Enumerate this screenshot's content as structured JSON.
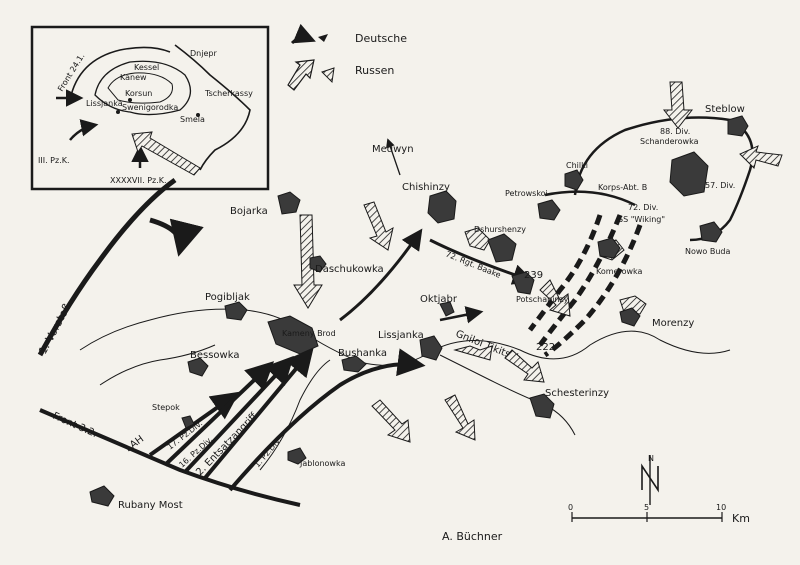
{
  "legend": {
    "german": "Deutsche",
    "russian": "Russen"
  },
  "inset": {
    "front_label": "Front 24.1.",
    "river": "Dnjepr",
    "kessel": "Kessel",
    "towns": [
      "Kanew",
      "Korsun",
      "Lissjanka",
      "Swenigorodka",
      "Smela",
      "Tscherkassy"
    ],
    "corps_left": "III. Pz.K.",
    "corps_bottom": "XXXXVII. Pz.K."
  },
  "places": {
    "medwyn": "Medwyn",
    "chishinzy": "Chishinzy",
    "bojarka": "Bojarka",
    "daschukowka": "Daschukowka",
    "pogibljak": "Pogibljak",
    "kameny_brod": "Kameny Brod",
    "bessowka": "Bessowka",
    "bushanka": "Bushanka",
    "lissjanka": "Lissjanka",
    "oktjabr": "Oktjabr",
    "gniloi_tikitsch": "Gniloi Tikitsch",
    "stepok": "Stepok",
    "jablonowka": "Jablonowka",
    "rubany_most": "Rubany Most",
    "petrowskoi": "Petrowskoi",
    "dshurshenzy": "Dshurshenzy",
    "potschapinzy": "Potschapinzy",
    "chilki": "Chilki",
    "steblow": "Steblow",
    "schanderowka": "Schanderowka",
    "komerowka": "Komerowka",
    "nowo_buda": "Nowo Buda",
    "morenzy": "Morenzy",
    "schesterinzy": "Schesterinzy"
  },
  "units": {
    "vorstoss": "1. Vorstoß",
    "front": "Front 3.2.",
    "lah": "LAH",
    "pz17": "17. Pz.Div.",
    "pz16": "16. Pz.Div.",
    "entsatz": "2. Entsatzangriff",
    "pz1": "1. Pz.Div.",
    "rgt72": "72. Rgt. Baake",
    "korps_abt": "Korps-Abt. B",
    "div72": "72. Div.",
    "wiking": "SS \"Wiking\"",
    "div88": "88. Div.",
    "div57": "57. Div."
  },
  "heights": {
    "h239": "239",
    "h222": "222"
  },
  "scale": {
    "ticks": [
      "0",
      "5",
      "10"
    ],
    "unit": "Km"
  },
  "compass": "N",
  "author": "A. Büchner",
  "colors": {
    "ink": "#1a1a1a",
    "paper": "#f4f2ec",
    "town": "#3a3a3a"
  }
}
